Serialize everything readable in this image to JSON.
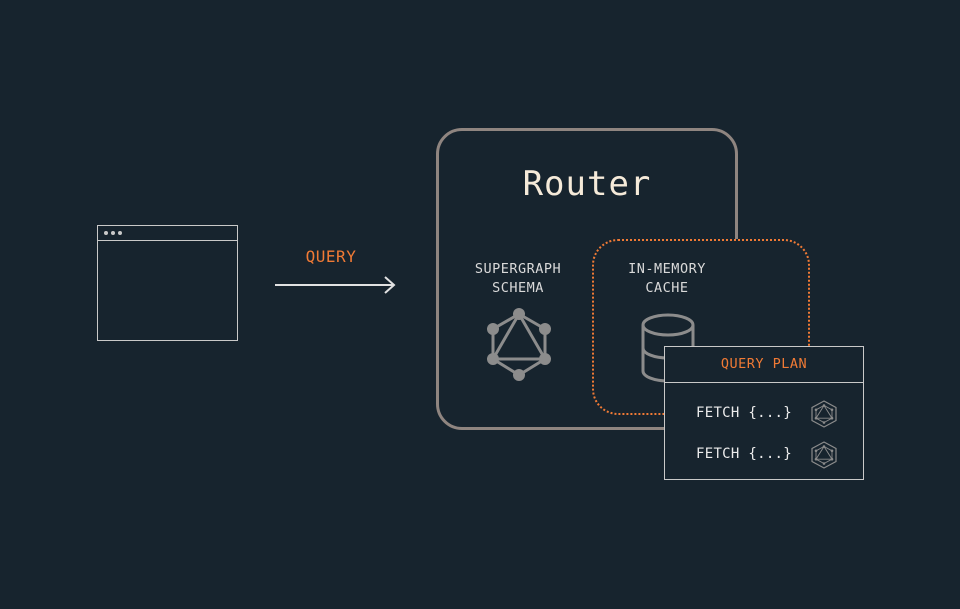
{
  "client": {
    "icon": "browser-window-icon"
  },
  "request": {
    "label": "QUERY"
  },
  "router": {
    "title": "Router",
    "schema_label_line1": "SUPERGRAPH",
    "schema_label_line2": "SCHEMA",
    "schema_icon": "graphql-icon",
    "cache_label_line1": "IN-MEMORY",
    "cache_label_line2": "CACHE",
    "cache_icon": "database-icon"
  },
  "query_plan": {
    "title": "QUERY PLAN",
    "steps": [
      {
        "label": "FETCH {...}",
        "icon": "subgraph-hexagon-icon"
      },
      {
        "label": "FETCH {...}",
        "icon": "subgraph-hexagon-icon"
      }
    ]
  },
  "colors": {
    "background": "#17242e",
    "accent": "#f07a35",
    "router_border": "#8f8580",
    "line": "#c9c9c9",
    "icon_gray": "#8c8c8c",
    "title_text": "#f5ead9"
  }
}
